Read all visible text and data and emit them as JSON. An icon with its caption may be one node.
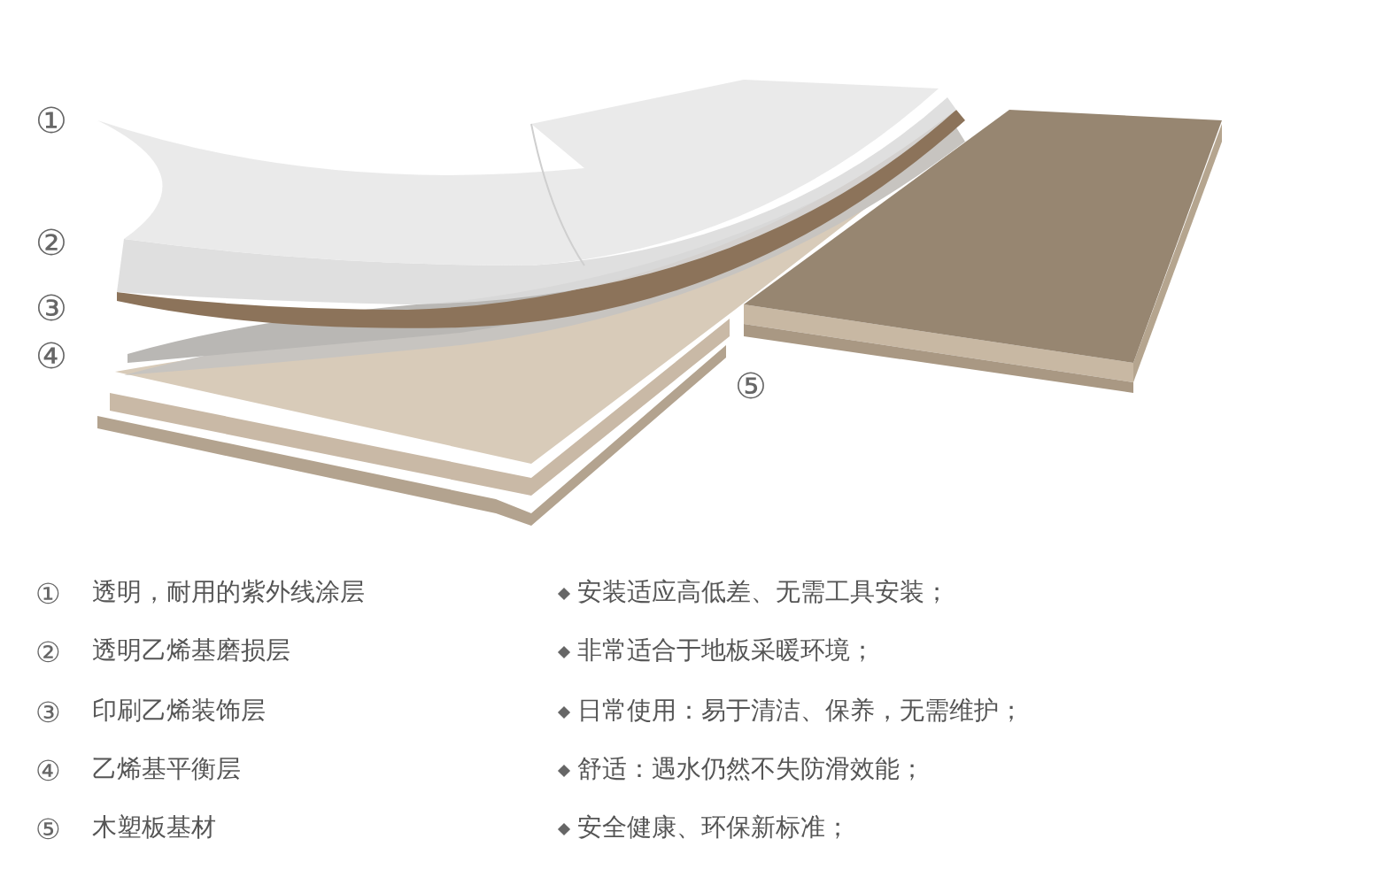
{
  "diagram": {
    "labels": [
      "①",
      "②",
      "③",
      "④",
      "⑤",
      "①",
      "透明，耐用的紫外线涂层",
      "安装适应高低差、无需工具安装；",
      "②",
      "透明乙烯基磨损层",
      "非常适合于地板采暖环境；",
      "③",
      "印刷乙烯装饰层",
      "日常使用：易于清洁、保养，无需维护；",
      "④",
      "乙烯基平衡层",
      "舒适：遇水仍然不失防滑效能；",
      "⑤",
      "木塑板基材",
      "安全健康、环保新标准；"
    ]
  }
}
